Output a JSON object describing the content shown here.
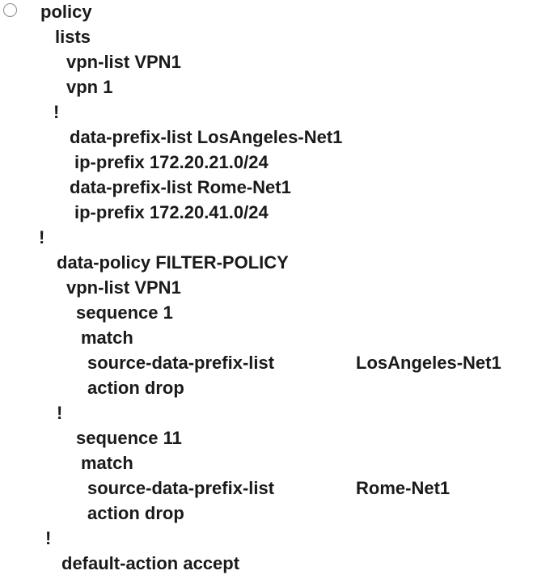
{
  "option": {
    "selected": false,
    "lines": [
      "policy",
      "lists",
      "vpn-list VPN1",
      "vpn 1",
      "!",
      "data-prefix-list LosAngeles-Net1",
      "ip-prefix 172.20.21.0/24",
      "data-prefix-list Rome-Net1",
      "ip-prefix 172.20.41.0/24",
      "!",
      "data-policy FILTER-POLICY",
      "vpn-list VPN1",
      "sequence 1",
      "match",
      "source-data-prefix-list",
      "action drop",
      "!",
      "sequence 11",
      "match",
      "source-data-prefix-list",
      "action drop",
      "!",
      "default-action accept"
    ],
    "args": {
      "seq1_prefix_list": "LosAngeles-Net1",
      "seq11_prefix_list": "Rome-Net1"
    }
  }
}
